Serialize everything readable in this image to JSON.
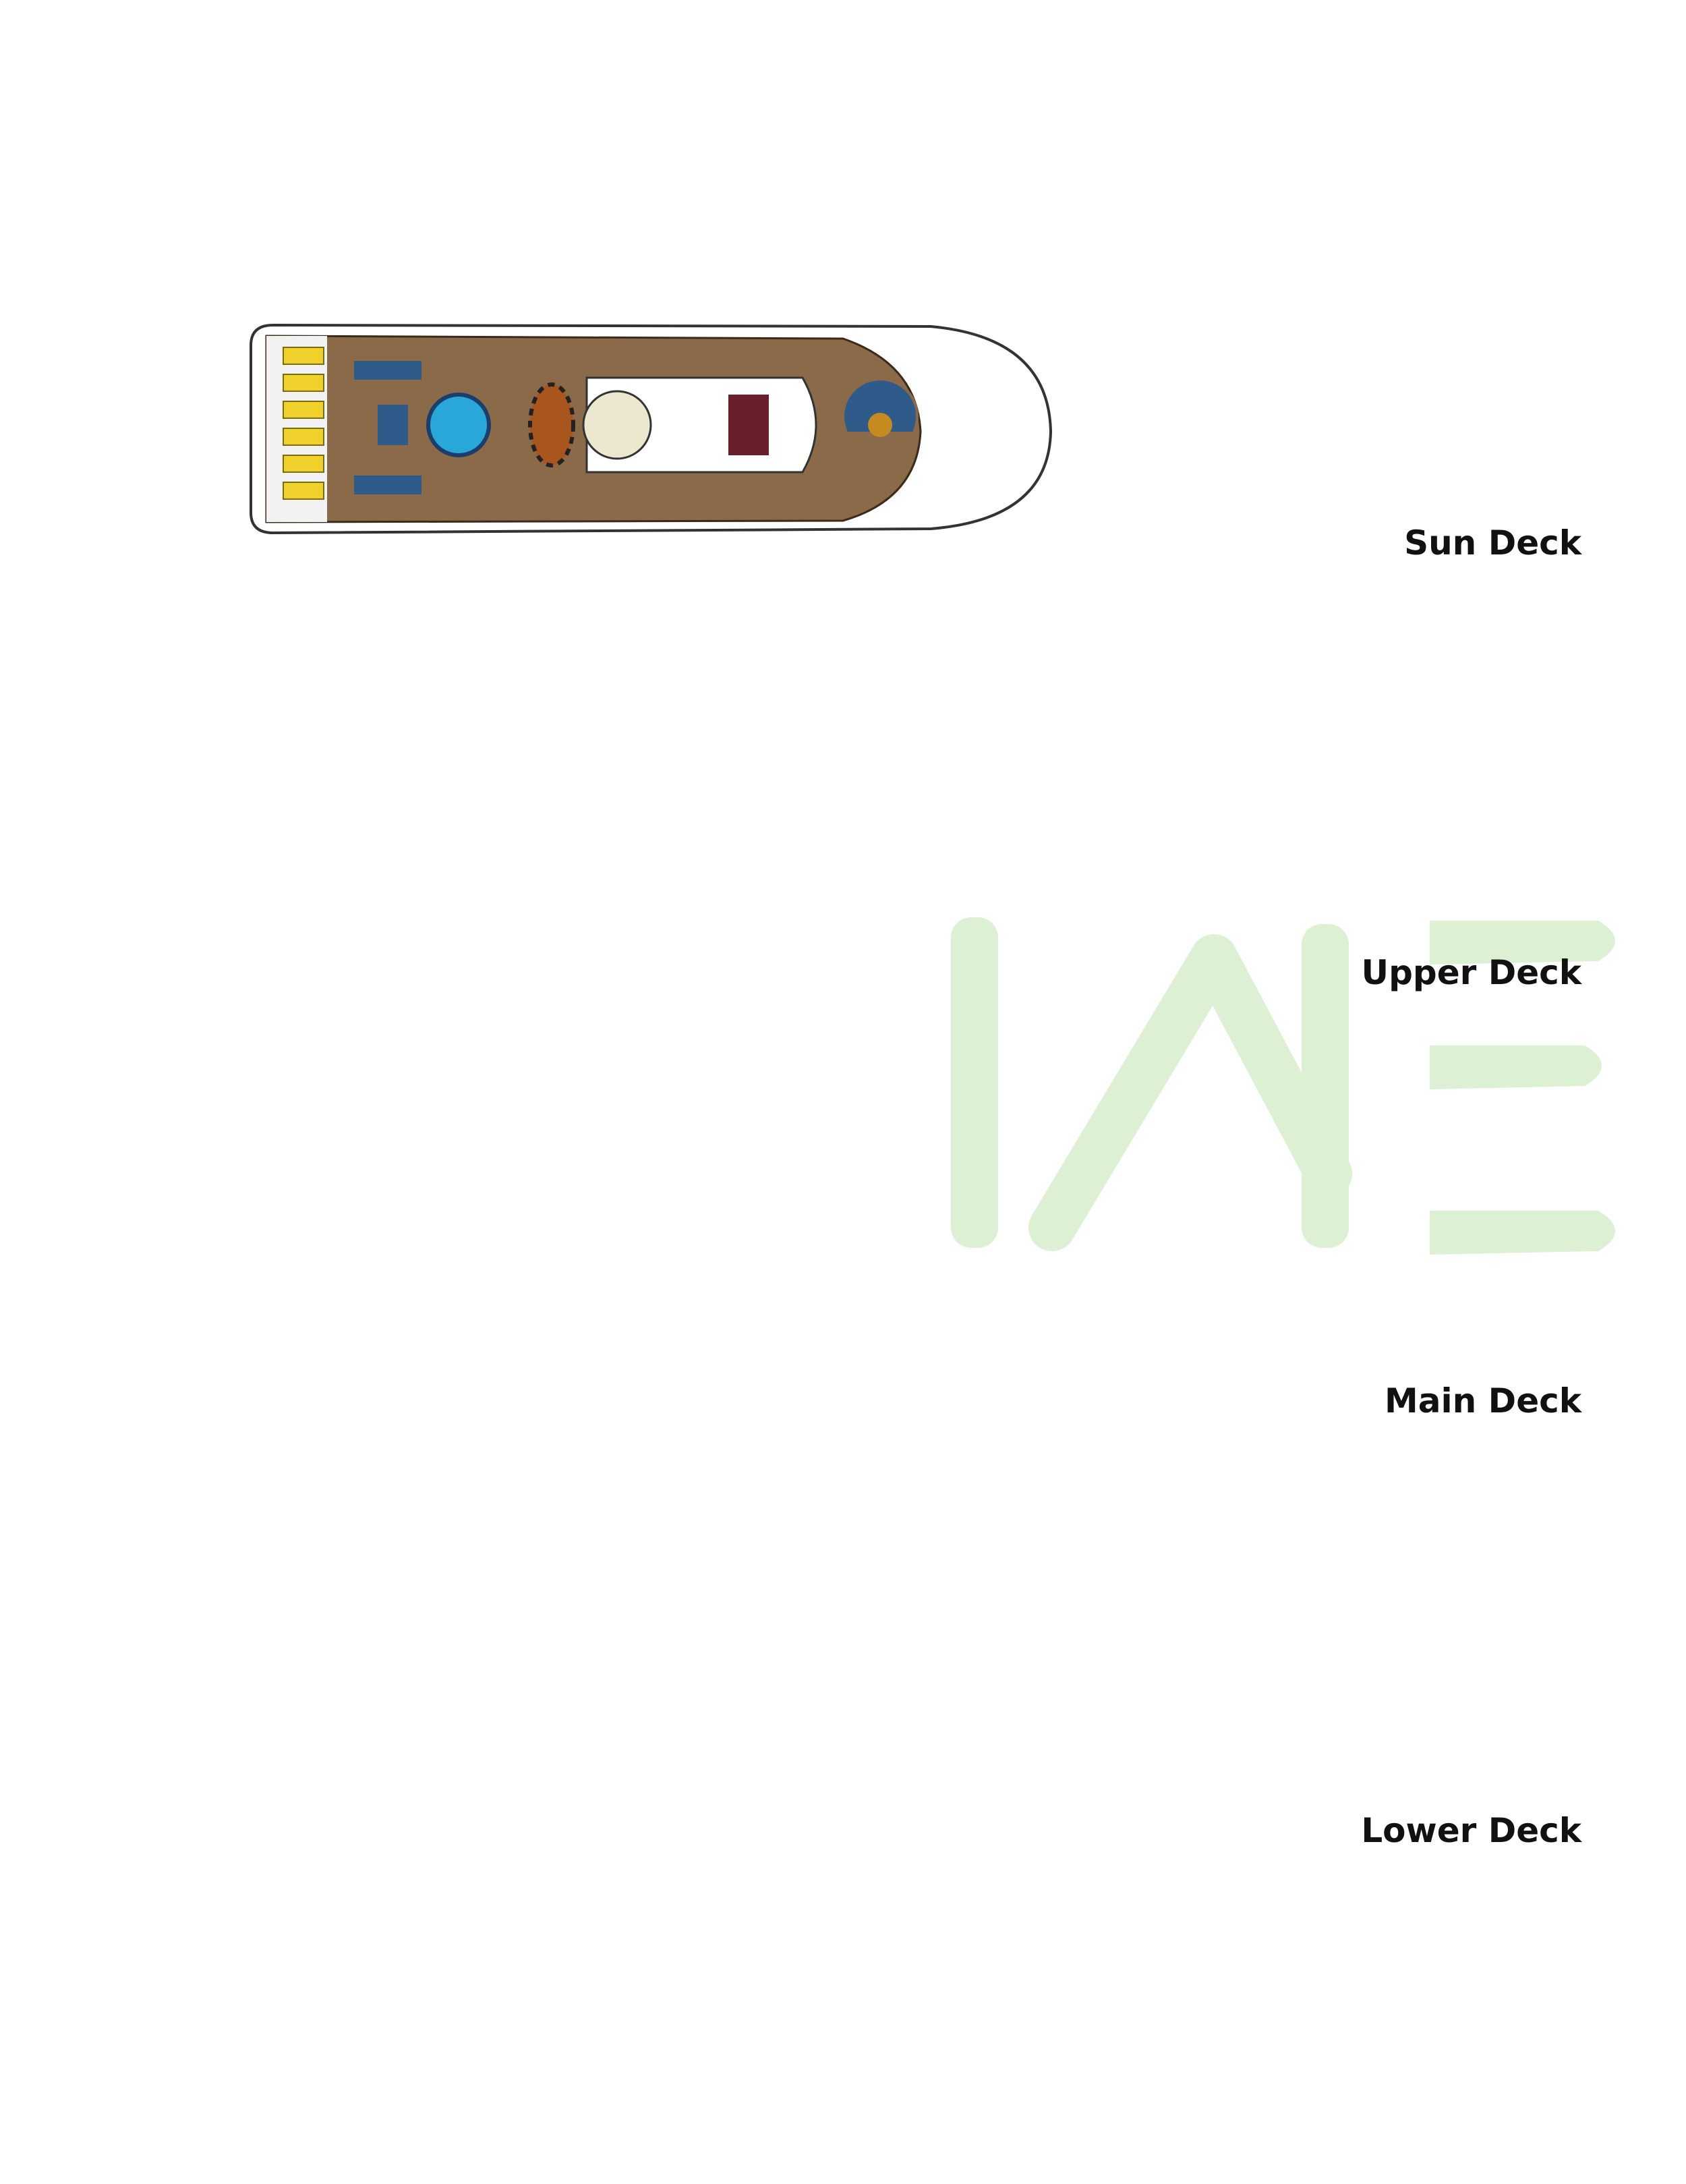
{
  "decks": [
    {
      "name": "Sun Deck"
    },
    {
      "name": "Upper Deck"
    },
    {
      "name": "Main Deck"
    },
    {
      "name": "Lower Deck"
    }
  ],
  "watermark": {
    "text": "IME",
    "color": "#dcf1d4"
  },
  "colors": {
    "teak": "#8a6a48",
    "interior": "#ece8cf",
    "furniture": "#9b4a1c",
    "grey": "#8f8f91",
    "pool": "#2aa7d9",
    "sofa": "#2f5b8a"
  }
}
